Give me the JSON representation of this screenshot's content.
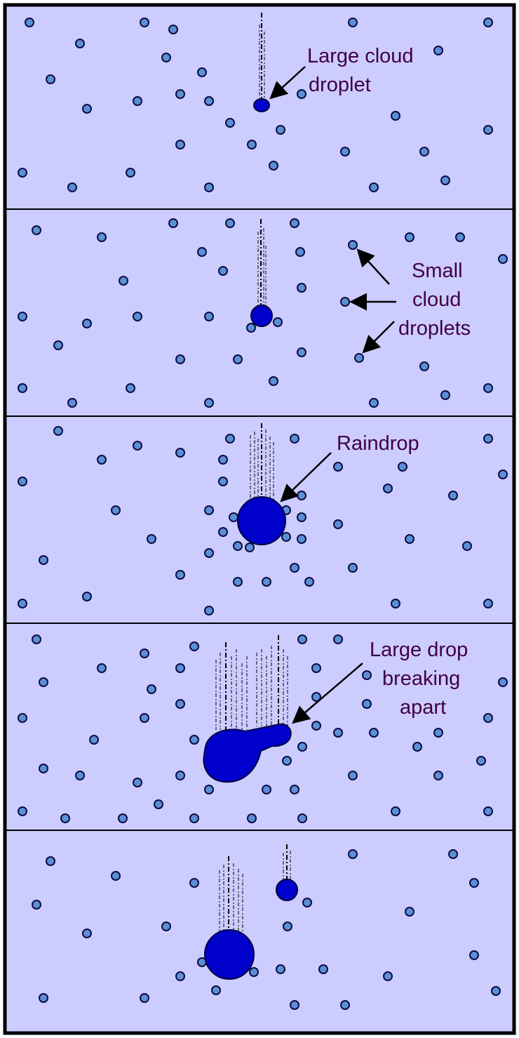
{
  "labels": {
    "large_cloud_droplet_line1": "Large cloud",
    "large_cloud_droplet_line2": "droplet",
    "small_cloud_droplets_line1": "Small",
    "small_cloud_droplets_line2": "cloud",
    "small_cloud_droplets_line3": "droplets",
    "raindrop": "Raindrop",
    "large_drop_line1": "Large drop",
    "large_drop_line2": "breaking",
    "large_drop_line3": "apart"
  },
  "colors": {
    "panel_background": "#ccccff",
    "small_droplet_fill": "#5b8fd6",
    "large_drop_fill": "#0000cc",
    "label_text": "#400040"
  },
  "panels": 5
}
